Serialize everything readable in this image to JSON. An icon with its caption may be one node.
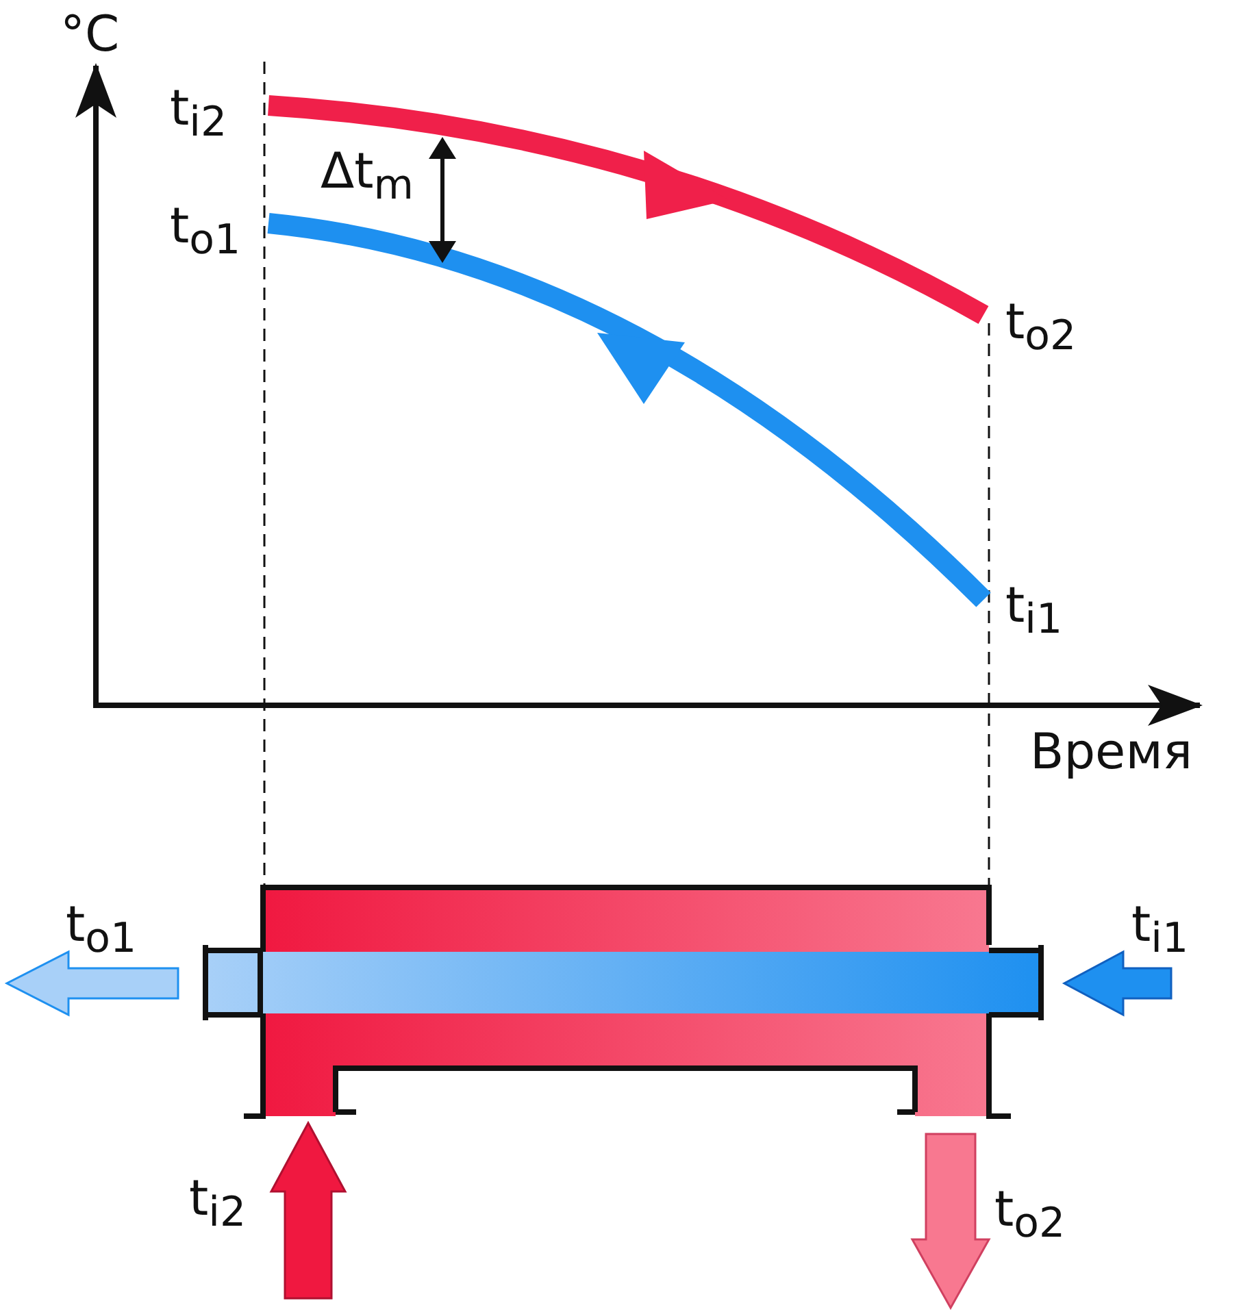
{
  "diagram": {
    "labels": [
      "°C",
      "t$_{i2}$",
      "Δt$_{m}$",
      "t$_{o1}$",
      "t$_{o2}$",
      "t$_{i1}$",
      "Время",
      "t$_{o1}$",
      "t$_{i1}$",
      "t$_{i2}$",
      "t$_{o2}$"
    ]
  }
}
